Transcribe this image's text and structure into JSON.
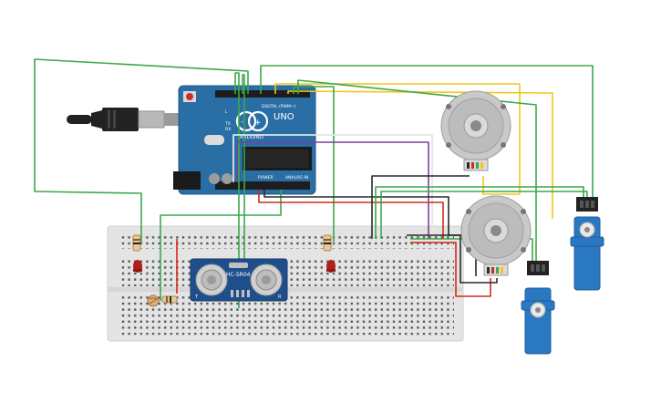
{
  "arduino": {
    "brand": "UNO",
    "logo": "ARDUINO",
    "digital_label": "DIGITAL (PWM~)",
    "power_label": "POWER",
    "analog_label": "ANALOG IN",
    "tx_label": "TX",
    "rx_label": "RX",
    "l_label": "L"
  },
  "sensor": {
    "model": "HC-SR04",
    "t_label": "T",
    "r_label": "R"
  },
  "colors": {
    "board": "#2a6ea6",
    "board_dark": "#1c5a8c",
    "breadboard": "#e6e6e6",
    "wire_green": "#3ca84a",
    "wire_yellow": "#f2c618",
    "wire_red": "#d22a1e",
    "wire_black": "#2a2a2a",
    "wire_purple": "#7a3fa0",
    "wire_white": "#e4e4e4",
    "servo": "#2b78c2",
    "motor": "#c9c9c9"
  },
  "icons": [
    "usb-plug-icon",
    "led-icon",
    "resistor-icon",
    "photoresistor-icon",
    "servo-icon",
    "motor-icon"
  ]
}
